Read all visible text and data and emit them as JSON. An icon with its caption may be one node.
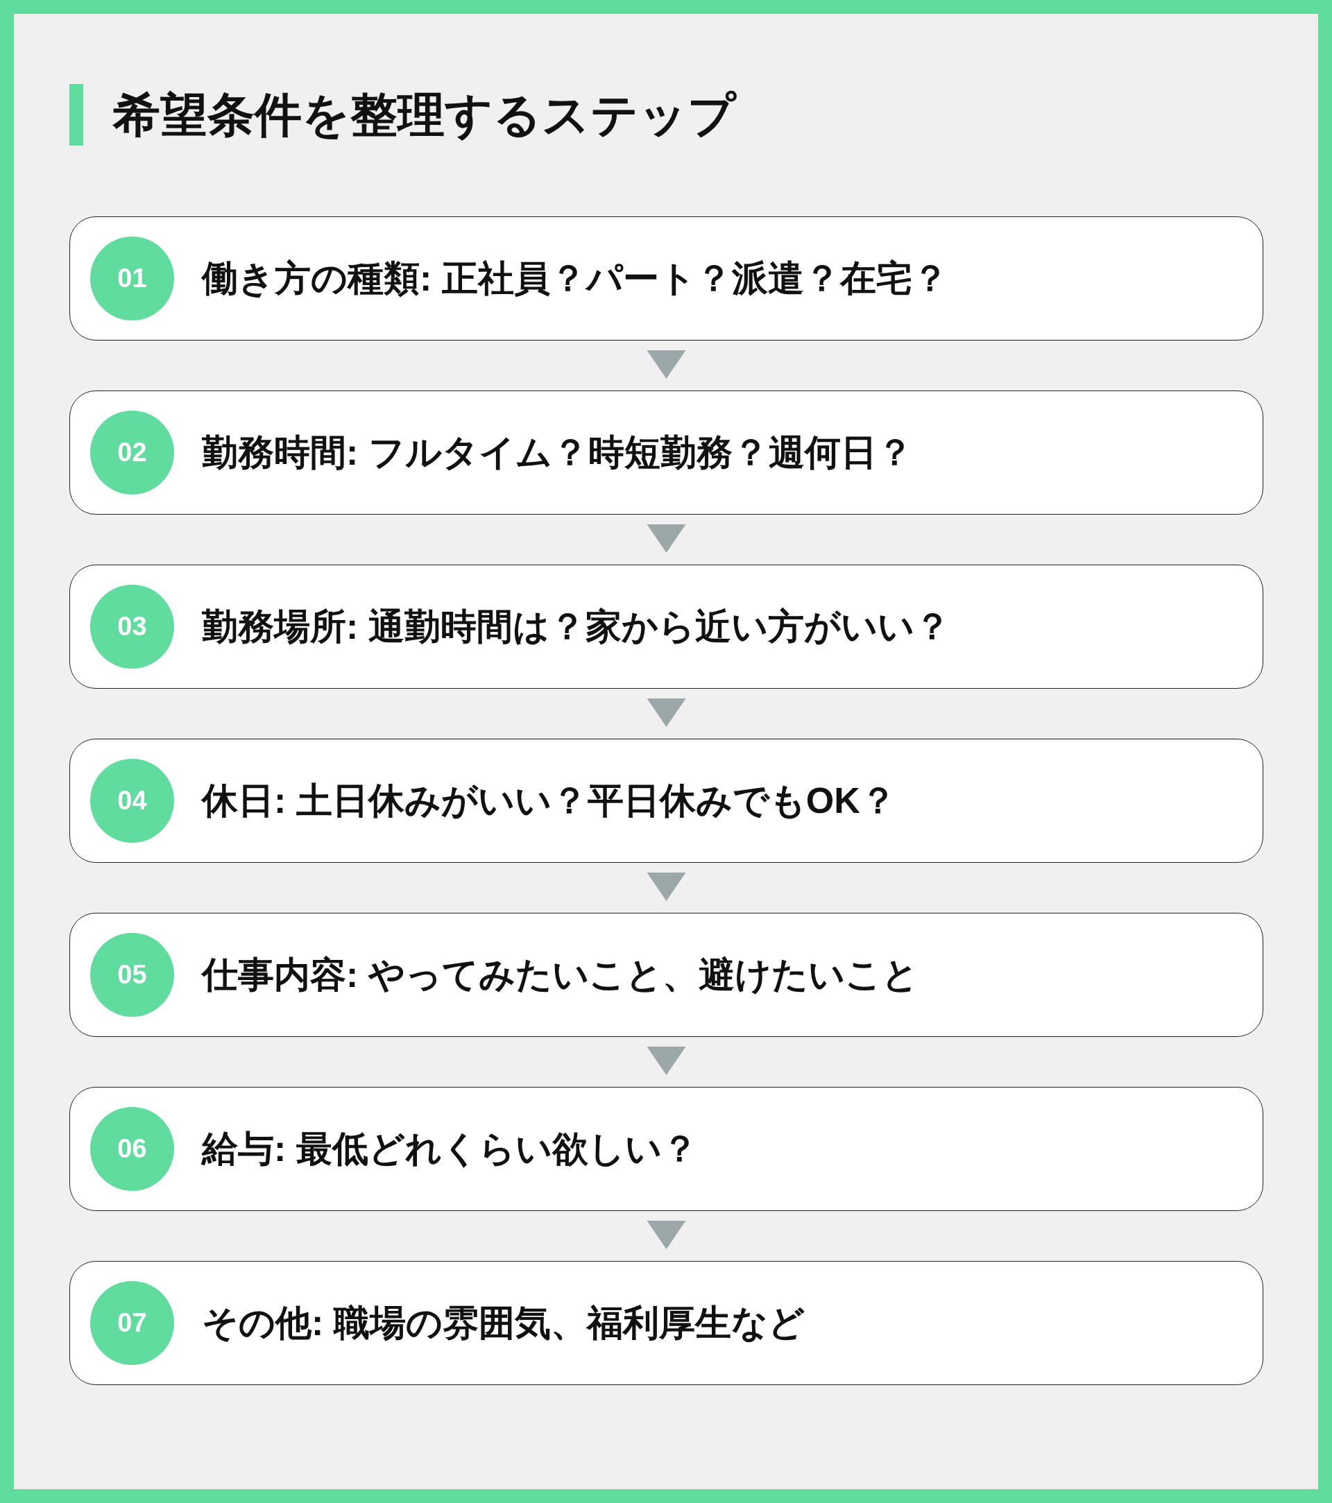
{
  "diagram": {
    "title": "希望条件を整理するステップ",
    "nodes": [
      {
        "text": [
          "01",
          "働き方の種類: 正社員？パート？派遣？在宅？"
        ]
      },
      {
        "text": [
          "02",
          "勤務時間: フルタイム？時短勤務？週何日？"
        ]
      },
      {
        "text": [
          "03",
          "勤務場所: 通勤時間は？家から近い方がいい？"
        ]
      },
      {
        "text": [
          "04",
          "休日: 土日休みがいい？平日休みでもOK？"
        ]
      },
      {
        "text": [
          "05",
          "仕事内容: やってみたいこと、避けたいこと"
        ]
      },
      {
        "text": [
          "06",
          "給与: 最低どれくらい欲しい？"
        ]
      },
      {
        "text": [
          "07",
          "その他: 職場の雰囲気、福利厚生など"
        ]
      }
    ],
    "edges": [
      {
        "from": 0,
        "to": 1,
        "arrow": "to"
      },
      {
        "from": 1,
        "to": 2,
        "arrow": "to"
      },
      {
        "from": 2,
        "to": 3,
        "arrow": "to"
      },
      {
        "from": 3,
        "to": 4,
        "arrow": "to"
      },
      {
        "from": 4,
        "to": 5,
        "arrow": "to"
      },
      {
        "from": 5,
        "to": 6,
        "arrow": "to"
      }
    ]
  }
}
